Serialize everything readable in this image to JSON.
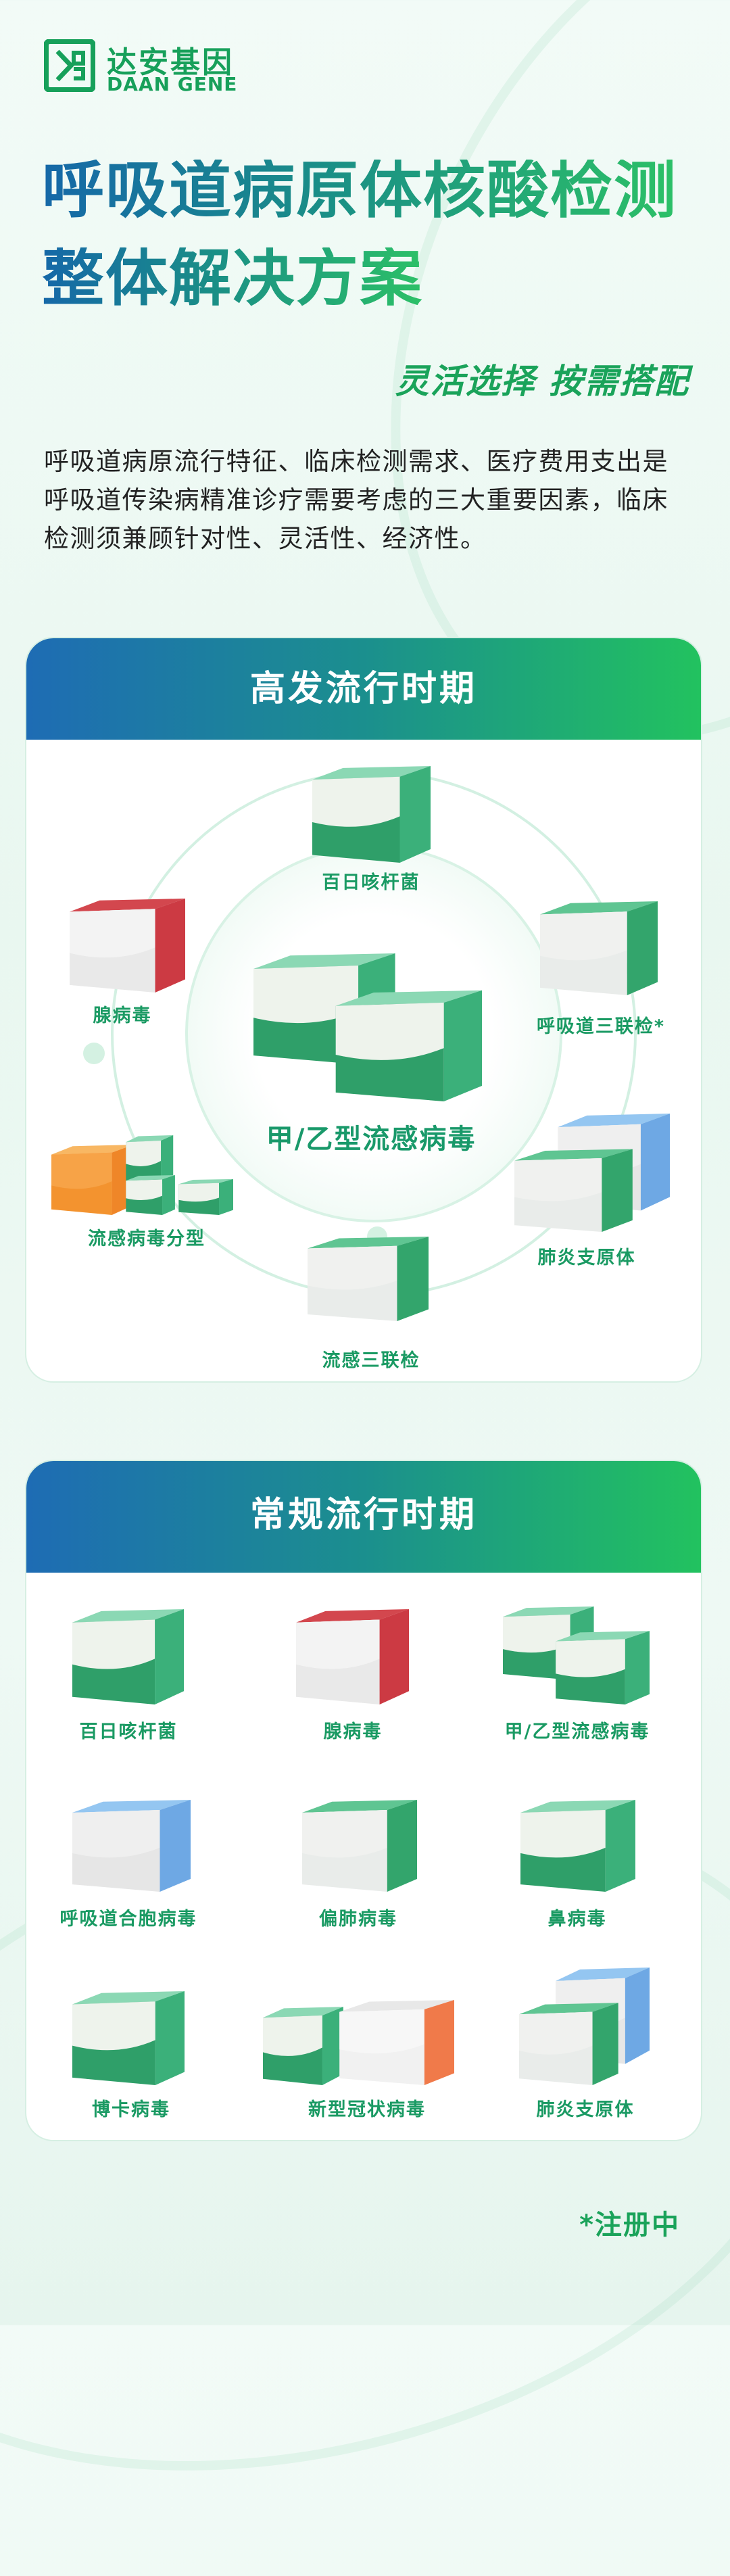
{
  "brand": {
    "name_cn": "达安基因",
    "name_en": "DAAN GENE",
    "color": "#17a05a"
  },
  "hero": {
    "title_line1": "呼吸道病原体核酸检测",
    "title_line2": "整体解决方案",
    "slogan": "灵活选择 按需搭配",
    "intro": "呼吸道病原流行特征、临床检测需求、医疗费用支出是呼吸道传染病精准诊疗需要考虑的三大重要因素，临床检测须兼顾针对性、灵活性、经济性。"
  },
  "peak_season": {
    "title": "高发流行时期",
    "center_product": {
      "label": "甲/乙型流感病毒",
      "style": "green-pair"
    },
    "products": [
      {
        "label": "百日咳杆菌",
        "style": "green"
      },
      {
        "label": "腺病毒",
        "style": "red"
      },
      {
        "label": "呼吸道三联检*",
        "style": "greenwhite"
      },
      {
        "label": "流感病毒分型",
        "style": "orange-set"
      },
      {
        "label": "肺炎支原体",
        "style": "blue-green-pair"
      },
      {
        "label": "流感三联检",
        "style": "greenwhite"
      }
    ]
  },
  "regular_season": {
    "title": "常规流行时期",
    "products": [
      {
        "label": "百日咳杆菌",
        "style": "green"
      },
      {
        "label": "腺病毒",
        "style": "red"
      },
      {
        "label": "甲/乙型流感病毒",
        "style": "green-pair"
      },
      {
        "label": "呼吸道合胞病毒",
        "style": "blue"
      },
      {
        "label": "偏肺病毒",
        "style": "greenwhite"
      },
      {
        "label": "鼻病毒",
        "style": "green"
      },
      {
        "label": "博卡病毒",
        "style": "green"
      },
      {
        "label": "新型冠状病毒",
        "style": "covid-wide"
      },
      {
        "label": "肺炎支原体",
        "style": "blue-green-pair"
      }
    ]
  },
  "footnote": "*注册中",
  "colors": {
    "header_start": "#1e6cb4",
    "header_end": "#22c25f",
    "label_green": "#1a9a63"
  }
}
